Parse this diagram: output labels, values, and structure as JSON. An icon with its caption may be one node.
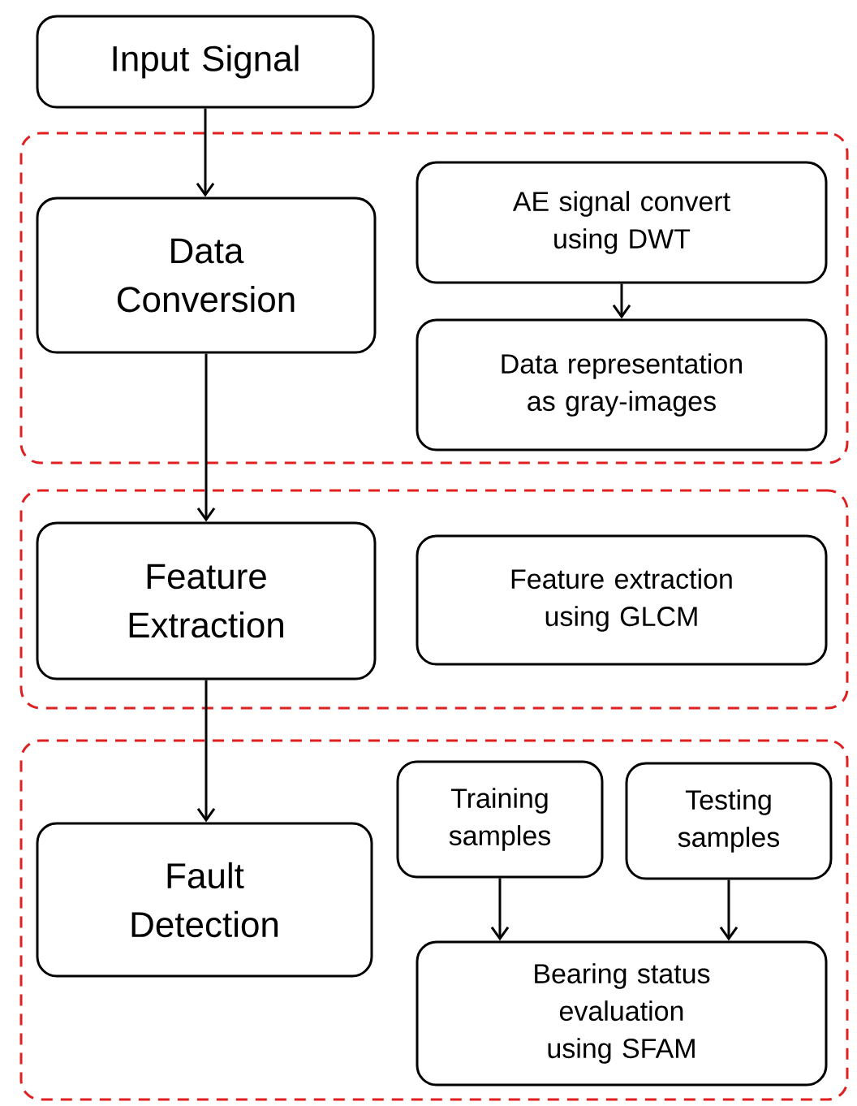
{
  "diagram": {
    "nodes": [
      {
        "text": [
          "Input Signal"
        ]
      },
      {
        "text": [],
        "shape": "box"
      },
      {
        "text": [
          "Data Conversion"
        ],
        "in": 1
      },
      {
        "text": [
          "AE signal convert using DWT"
        ],
        "in": 1
      },
      {
        "text": [
          "Data representation as gray-images"
        ],
        "in": 1
      },
      {
        "text": [],
        "shape": "box"
      },
      {
        "text": [
          "Feature Extraction"
        ],
        "in": 5
      },
      {
        "text": [
          "Feature extraction using GLCM"
        ],
        "in": 5
      },
      {
        "text": [],
        "shape": "box"
      },
      {
        "text": [
          "Fault Detection"
        ],
        "in": 8
      },
      {
        "text": [
          "Training samples"
        ],
        "in": 8
      },
      {
        "text": [
          "Testing samples"
        ],
        "in": 8
      },
      {
        "text": [
          "Bearing status evaluation using SFAM"
        ],
        "in": 8
      }
    ],
    "edges": [
      {
        "from": 0,
        "to": 2,
        "arrow": "to"
      },
      {
        "from": 3,
        "to": 4,
        "arrow": "to"
      },
      {
        "from": 2,
        "to": 6,
        "arrow": "to"
      },
      {
        "from": 6,
        "to": 9,
        "arrow": "to"
      },
      {
        "from": 10,
        "to": 12,
        "arrow": "to"
      },
      {
        "from": 11,
        "to": 12,
        "arrow": "to"
      }
    ]
  }
}
